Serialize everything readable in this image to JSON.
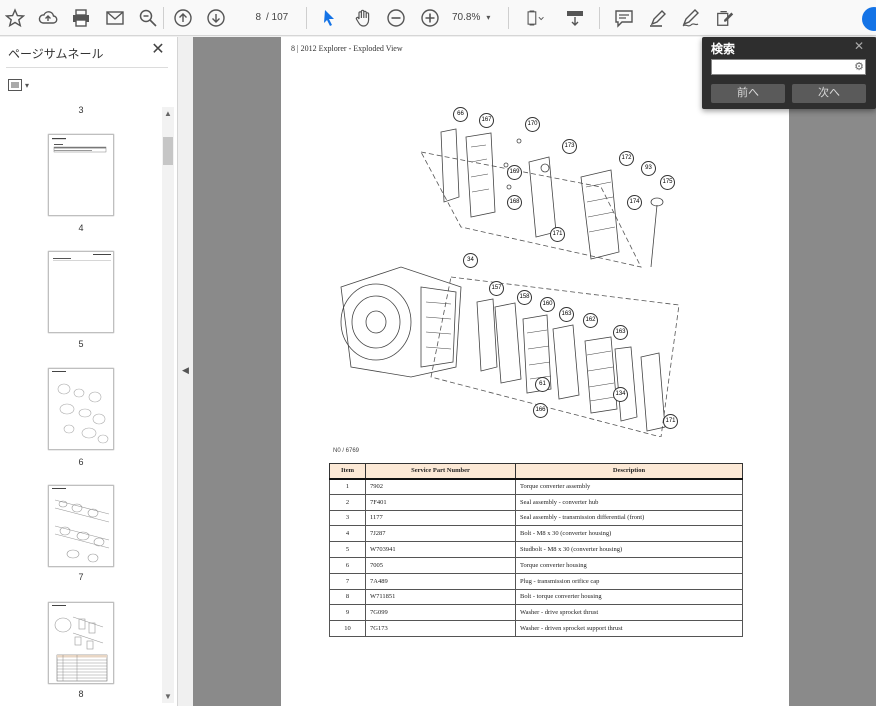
{
  "toolbar": {
    "page_current": "8",
    "page_total": "/ 107",
    "zoom": "70.8%"
  },
  "sidebar": {
    "title": "ページサムネール",
    "thumbnails": [
      {
        "label": "3"
      },
      {
        "label": "4"
      },
      {
        "label": "5"
      },
      {
        "label": "6"
      },
      {
        "label": "7"
      },
      {
        "label": "8"
      }
    ]
  },
  "document": {
    "header": "8 | 2012 Explorer - Exploded View",
    "figure_label": "N0 / 6769",
    "callouts": [
      "66",
      "167",
      "170",
      "173",
      "172",
      "93",
      "175",
      "169",
      "168",
      "171",
      "174",
      "34",
      "157",
      "158",
      "160",
      "163",
      "162",
      "163",
      "61",
      "166",
      "134",
      "171"
    ],
    "table": {
      "headers": [
        "Item",
        "Service Part Number",
        "Description"
      ],
      "rows": [
        [
          "1",
          "7902",
          "Torque converter assembly"
        ],
        [
          "2",
          "7F401",
          "Seal assembly - converter hub"
        ],
        [
          "3",
          "1177",
          "Seal assembly - transmission differential (front)"
        ],
        [
          "4",
          "7J287",
          "Bolt - M8 x 30 (converter housing)"
        ],
        [
          "5",
          "W703941",
          "Studbolt - M8 x 30 (converter housing)"
        ],
        [
          "6",
          "7005",
          "Torque converter housing"
        ],
        [
          "7",
          "7A489",
          "Plug - transmission orifice cap"
        ],
        [
          "8",
          "W711851",
          "Bolt - torque converter housing"
        ],
        [
          "9",
          "7G099",
          "Washer - drive sprocket thrust"
        ],
        [
          "10",
          "7G173",
          "Washer - driven sprocket support thrust"
        ]
      ]
    }
  },
  "search": {
    "title": "検索",
    "input_value": "",
    "prev_label": "前へ",
    "next_label": "次へ"
  }
}
